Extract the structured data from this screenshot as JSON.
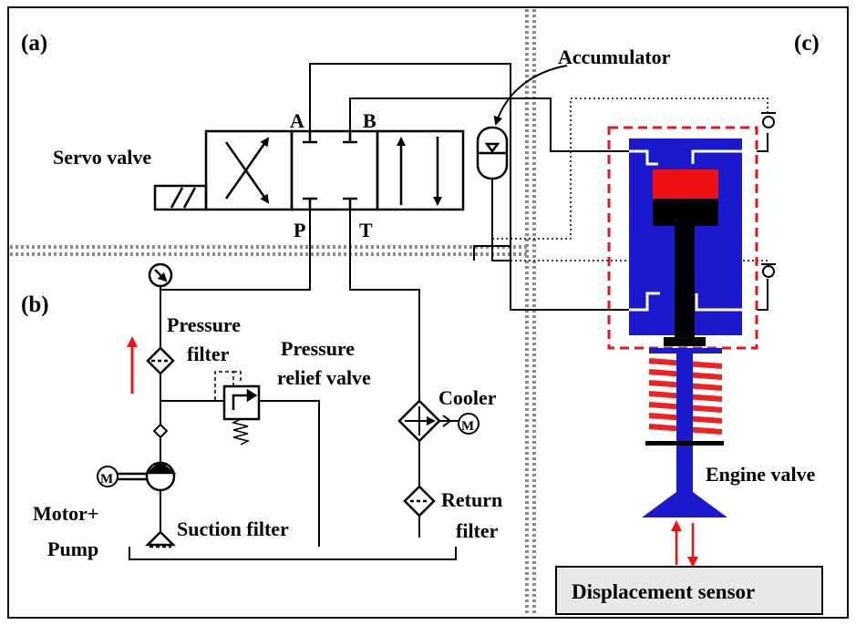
{
  "panels": {
    "a": "(a)",
    "b": "(b)",
    "c": "(c)"
  },
  "labels": {
    "servo_valve": "Servo valve",
    "accumulator": "Accumulator",
    "port_a": "A",
    "port_b": "B",
    "port_p": "P",
    "port_t": "T",
    "pressure_filter_1": "Pressure",
    "pressure_filter_2": "filter",
    "relief_valve_1": "Pressure",
    "relief_valve_2": "relief valve",
    "cooler": "Cooler",
    "motor_pump_1": "Motor+",
    "motor_pump_2": "Pump",
    "suction_filter": "Suction filter",
    "return_filter_1": "Return",
    "return_filter_2": "filter",
    "engine_valve": "Engine valve",
    "displacement_sensor": "Displacement sensor",
    "motor_symbol": "M"
  },
  "colors": {
    "actuator_body": "#1a1acc",
    "piston": "#ee1111",
    "spring": "#ee2222",
    "dashed_outline": "#e8141e",
    "flow_arrow": "#ee1111",
    "panel_divider": "#888888"
  }
}
